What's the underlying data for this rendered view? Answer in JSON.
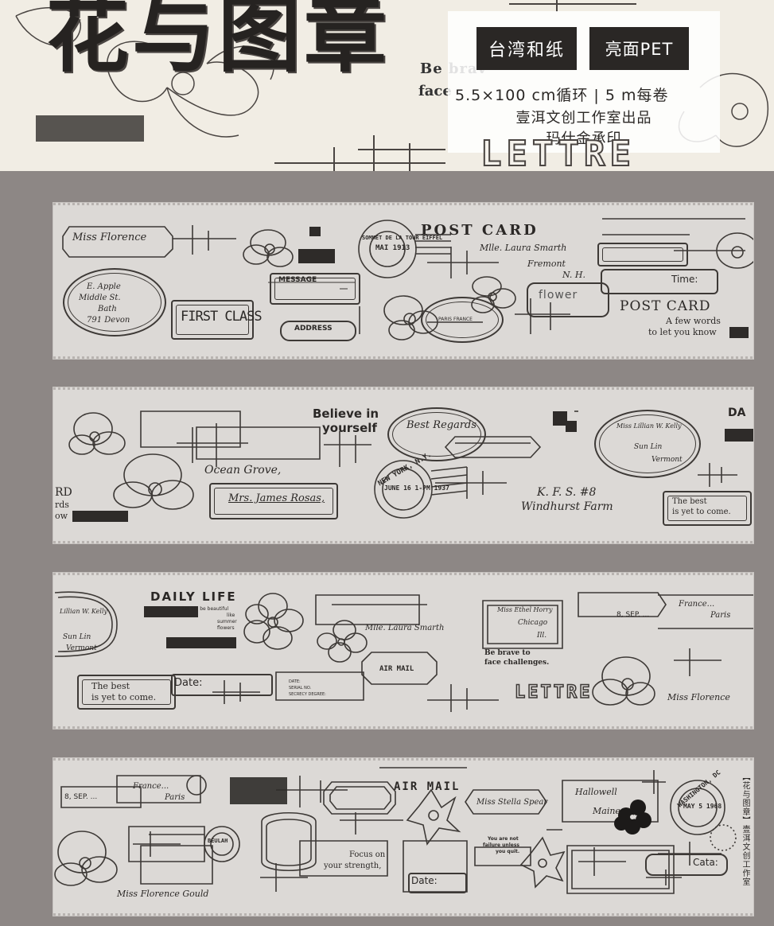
{
  "header": {
    "title": "花与图章",
    "badges": [
      "台湾和纸",
      "亮面PET"
    ],
    "spec": "5.5×100 cm循环  |  5 m每卷",
    "studio": "壹洱文创工作室出品",
    "printer": "玛仕金承印",
    "deco_be_brave": "Be brav",
    "deco_face": "face",
    "deco_lettre": "LETTRE"
  },
  "strip1": {
    "miss_florence": "Miss Florence",
    "address_lines": [
      "E. Apple",
      "Middle St.",
      "Bath",
      "791 Devon"
    ],
    "first_class": "FIRST CLASS",
    "message": "MESSAGE",
    "address": "ADDRESS",
    "postmark_tour": "SOMMET DE LA TOUR EIFFEL",
    "postmark_date": "MAI 1913",
    "post_card": "POST CARD",
    "mlle_laura": "Mlle. Laura Smarth",
    "fremont": "Fremont",
    "nh": "N. H.",
    "paris_france": "PARIS FRANCE",
    "flower": "flower",
    "time": "Time:",
    "post_card_2": "POST CARD",
    "few_words": "A few words",
    "let_you_know": "to let you know"
  },
  "strip2": {
    "rd": "RD",
    "rds": "rds",
    "ow": "ow",
    "ocean_grove": "Ocean Grove,",
    "mrs_james": "Mrs. James Rosas,",
    "believe": "Believe in",
    "yourself": "yourself",
    "best_regards": "Best Regards",
    "postmark_city": "NEW YORK, N.Y.",
    "postmark_date": "JUNE 16 1-PM 1937",
    "kfs": "K. F. S. #8",
    "windhurst": "Windhurst Farm",
    "miss_lillian": "Miss Lillian W. Kelly",
    "sun_lin": "Sun Lin",
    "vermont": "Vermont",
    "da": "DA",
    "best_is": "The best",
    "yet_to_come": "is yet to come."
  },
  "strip3": {
    "lillian": "Lillian W. Kelly",
    "sun_lin": "Sun Lin",
    "vermont": "Vermont",
    "daily_life": "DAILY LIFE",
    "daily_sub": [
      "Let life be beautiful",
      "like",
      "summer",
      "flowers"
    ],
    "best_is": "The best",
    "yet_to_come": "is yet to come.",
    "date": "Date:",
    "mlle_laura": "Mlle. Laura Smarth",
    "date_lbl": "DATE:",
    "serial": "SERIAL NO.",
    "secrecy": "SECRECY DEGREE:",
    "air_mail": "AIR MAIL",
    "miss_ethel": "Miss Ethel Horry",
    "chicago": "Chicago",
    "ill": "Ill.",
    "be_brave": "Be brave to",
    "face_challenges": "face challenges.",
    "lettre": "LETTRE",
    "sep": "8, SEP. ...",
    "france": "France...",
    "paris": "Paris",
    "miss_florence": "Miss Florence"
  },
  "strip4": {
    "sep": "8, SEP. ...",
    "france": "France...",
    "paris": "Paris",
    "miss_florence": "Miss Florence Gould",
    "beulah": "BEULAH",
    "air_mail": "AIR MAIL",
    "focus_on": "Focus on",
    "your_strength": "your strength,",
    "date": "Date:",
    "miss_stella": "Miss Stella Spear",
    "hallowell": "Hallowell",
    "maine": "Maine",
    "not_failure": [
      "You are not",
      "failure unless",
      "you quit."
    ],
    "washington": "WASHINGTON, DC",
    "wash_date": "MAY 5 1968",
    "cata": "Cata:",
    "side": "【花与图章】壹洱文创工作室"
  }
}
